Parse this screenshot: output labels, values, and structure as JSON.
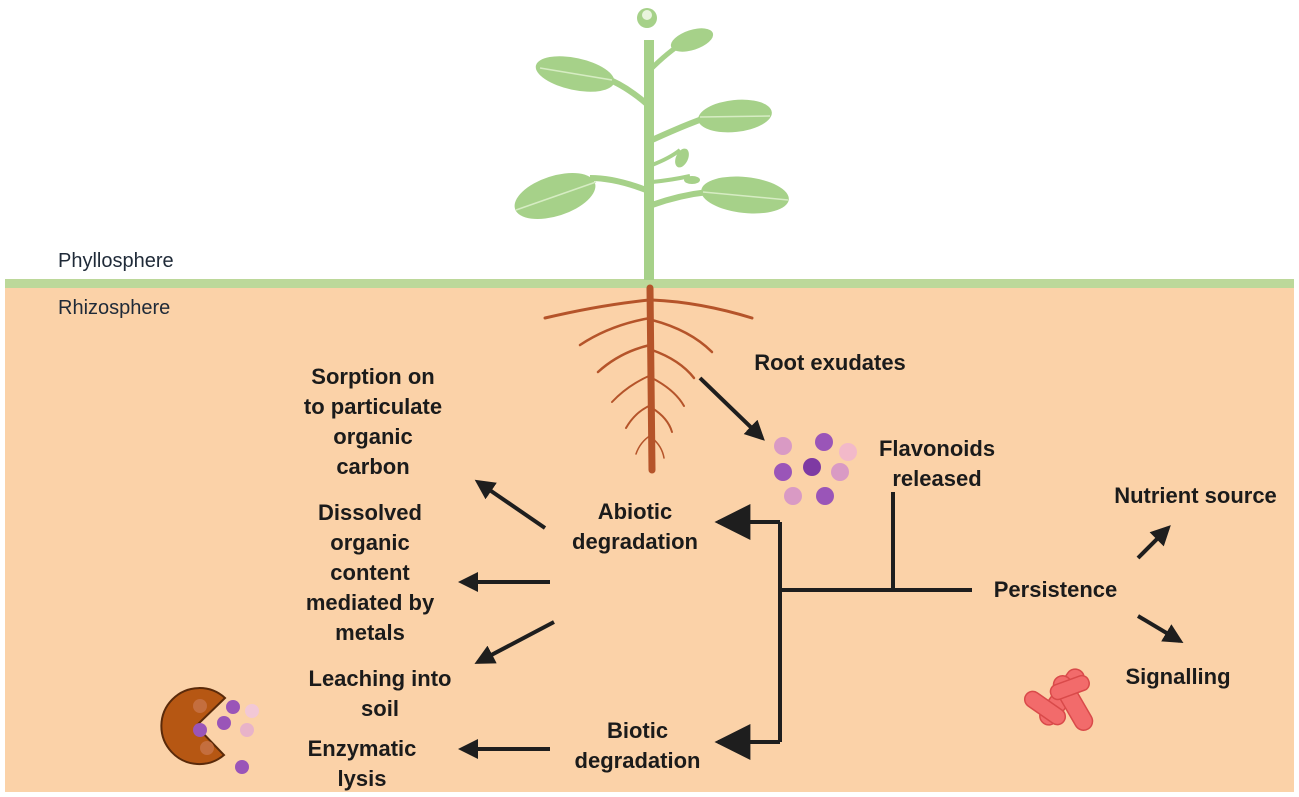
{
  "zones": {
    "phyllosphere": "Phyllosphere",
    "rhizosphere": "Rhizosphere"
  },
  "labels": {
    "root_exudates": "Root exudates",
    "flavonoids_released": "Flavonoids\nreleased",
    "sorption": "Sorption on\nto particulate\norganic\ncarbon",
    "dissolved": "Dissolved\norganic\ncontent\nmediated by\nmetals",
    "leaching": "Leaching into\nsoil",
    "enzymatic": "Enzymatic\nlysis",
    "abiotic": "Abiotic\ndegradation",
    "biotic": "Biotic\ndegradation",
    "persistence": "Persistence",
    "nutrient": "Nutrient source",
    "signalling": "Signalling"
  },
  "colors": {
    "soil": "#fbd2a8",
    "ground": "#bcd89a",
    "plant": "#a6d189",
    "leaf_vein": "#d6ecc3",
    "root": "#b5542a",
    "molecule_purple": "#9a55b8",
    "molecule_pink": "#e7a3c8",
    "enzyme": "#b65713",
    "bacteria": "#f26b6b",
    "arrow": "#1e1e1e"
  },
  "icons": [
    "plant-icon",
    "root-icon",
    "molecule-cluster-icon",
    "enzyme-icon",
    "bacteria-icon"
  ]
}
